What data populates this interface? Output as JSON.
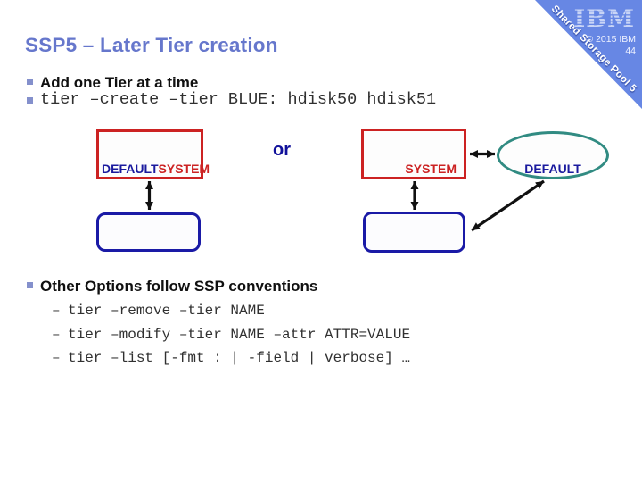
{
  "slide": {
    "title": "SSP5 – Later Tier creation",
    "bullets": {
      "add_tier": "Add one Tier at a time",
      "create_cmd": "tier –create –tier BLUE: hdisk50 hdisk51",
      "other_options": "Other Options follow SSP conventions",
      "sub_items": [
        {
          "marker": "–",
          "text": "tier –remove –tier NAME"
        },
        {
          "marker": "–",
          "text": "tier –modify –tier NAME –attr ATTR=VALUE"
        },
        {
          "marker": "–",
          "text": "tier –list [-fmt : | -field | verbose] …"
        }
      ]
    },
    "diagram": {
      "or_label": "or",
      "left_box": {
        "label_default": "DEFAULT",
        "label_system": "SYSTEM"
      },
      "right_box": {
        "label_system": "SYSTEM"
      },
      "ellipse": {
        "label": "DEFAULT"
      }
    },
    "corner": {
      "logo": "IBM",
      "copyright": "© 2015 IBM",
      "page_number": "44",
      "ribbon_text": "Shared Storage Pool 5"
    },
    "colors": {
      "title_blue": "#6677CC",
      "corner_blue": "#6787E4",
      "box_red": "#CC2222",
      "box_navy": "#1A1AA6",
      "ellipse_teal": "#318B82",
      "bullet_square": "#8490CC"
    }
  }
}
